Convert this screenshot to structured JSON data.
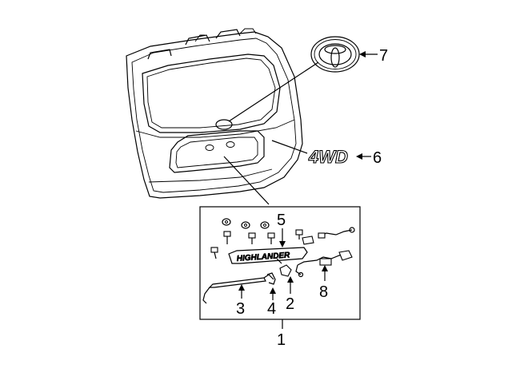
{
  "callouts": {
    "c1": "1",
    "c2": "2",
    "c3": "3",
    "c4": "4",
    "c5": "5",
    "c6": "6",
    "c7": "7",
    "c8": "8"
  },
  "labels": {
    "emblem_4wd": "4WD",
    "garnish_text": "HIGHLANDER"
  },
  "colors": {
    "line": "#000000",
    "background": "#ffffff"
  }
}
